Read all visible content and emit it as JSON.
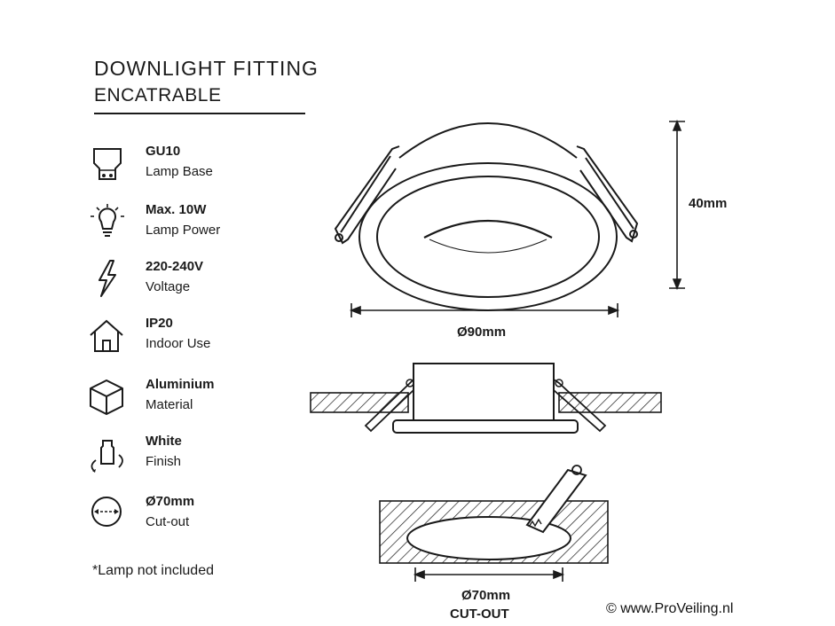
{
  "header": {
    "title": "DOWNLIGHT FITTING",
    "subtitle": "ENCATRABLE"
  },
  "specs": [
    {
      "icon": "gu10-base-icon",
      "value": "GU10",
      "label": "Lamp Base"
    },
    {
      "icon": "lightbulb-icon",
      "value": "Max. 10W",
      "label": "Lamp Power"
    },
    {
      "icon": "lightning-bolt-icon",
      "value": "220-240V",
      "label": "Voltage"
    },
    {
      "icon": "house-icon",
      "value": "IP20",
      "label": "Indoor Use"
    },
    {
      "icon": "cube-icon",
      "value": "Aluminium",
      "label": "Material"
    },
    {
      "icon": "spray-paint-icon",
      "value": "White",
      "label": "Finish"
    },
    {
      "icon": "diameter-circle-icon",
      "value": "Ø70mm",
      "label": "Cut-out"
    }
  ],
  "note": "*Lamp not included",
  "dimensions": {
    "height": "40mm",
    "diameter": "Ø90mm",
    "cutout": "Ø70mm",
    "cutout_label": "CUT-OUT"
  },
  "watermark": "© www.ProVeiling.nl"
}
